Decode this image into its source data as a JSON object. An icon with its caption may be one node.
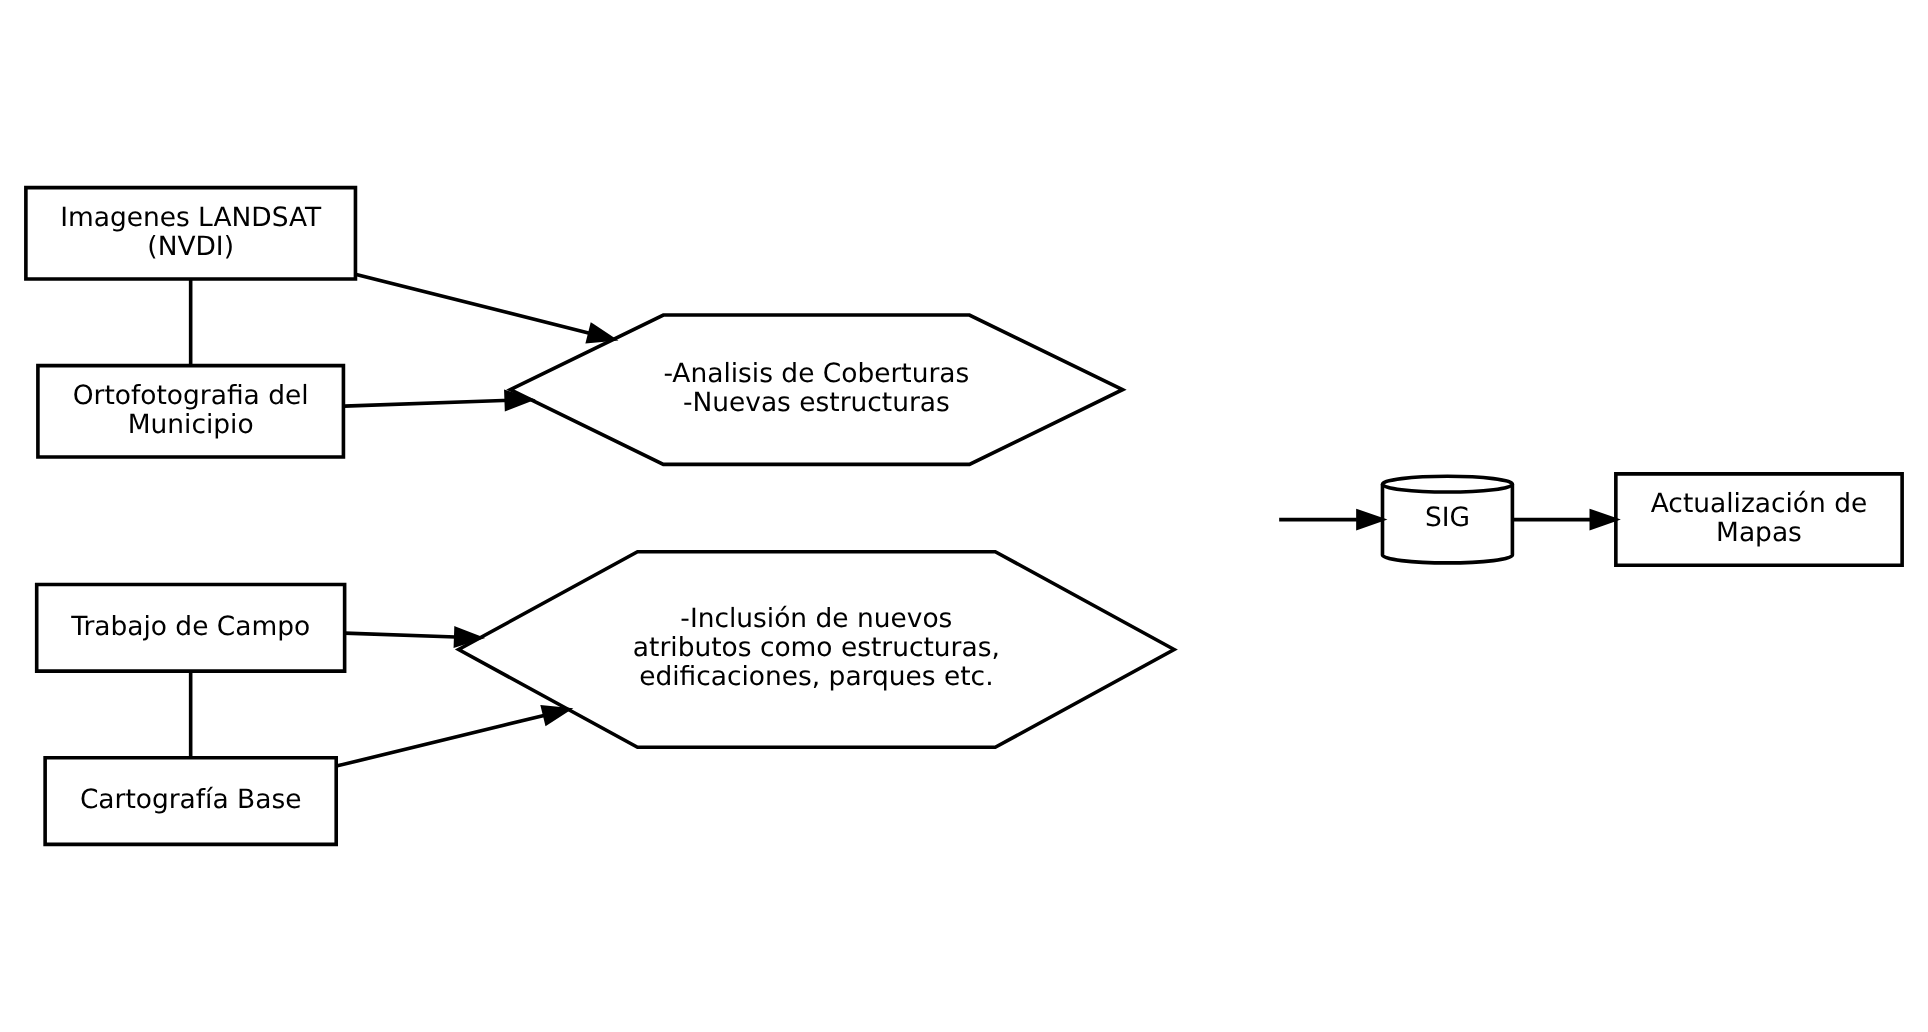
{
  "diagram": {
    "nodes": [
      {
        "text": [
          "Imagenes LANDSAT (NVDI)"
        ]
      },
      {
        "text": [
          "Ortofotografia del Municipio"
        ]
      },
      {
        "text": [
          "-Analisis de Coberturas",
          "-Nuevas estructuras"
        ]
      },
      {
        "text": [
          "-Inclusión de nuevos atributos como estructuras, edificaciones, parques etc."
        ]
      },
      {
        "text": [
          "Trabajo de Campo"
        ]
      },
      {
        "text": [
          "Cartografía Base"
        ]
      },
      {
        "text": [
          "SIG"
        ]
      },
      {
        "text": [
          "Actualización de Mapas"
        ]
      }
    ],
    "edges": [
      {
        "from": 0,
        "to": 1,
        "arrow": "none"
      },
      {
        "from": 0,
        "to": 2,
        "arrow": "to"
      },
      {
        "from": 1,
        "to": 2,
        "arrow": "to"
      },
      {
        "from": 4,
        "to": 5,
        "arrow": "none"
      },
      {
        "from": 4,
        "to": 3,
        "arrow": "to"
      },
      {
        "from": 5,
        "to": 3,
        "arrow": "to"
      },
      {
        "from": null,
        "to": 6,
        "arrow": "to"
      },
      {
        "from": 6,
        "to": 7,
        "arrow": "to"
      }
    ]
  }
}
